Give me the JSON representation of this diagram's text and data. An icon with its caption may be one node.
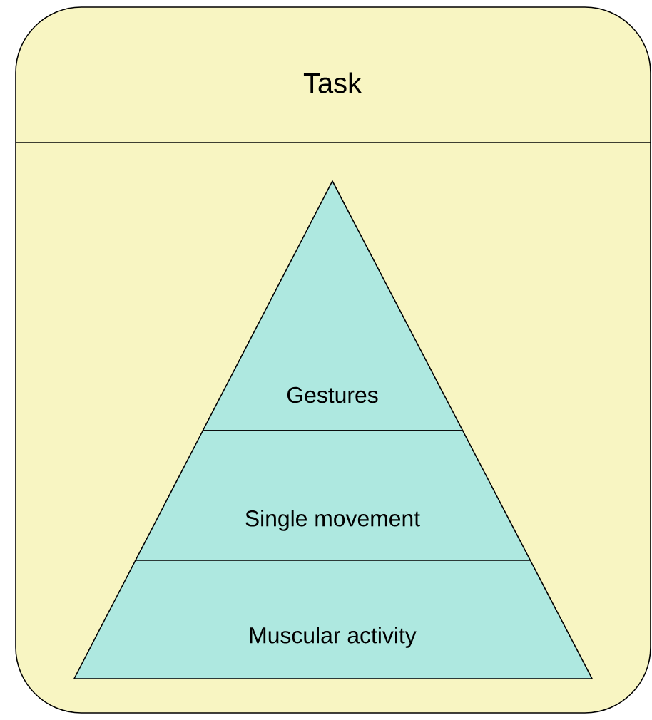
{
  "diagram": {
    "nodes": [
      {
        "text": [
          "Task"
        ]
      },
      {
        "text": [
          "Gestures"
        ],
        "in": 0
      },
      {
        "text": [
          "Single movement"
        ],
        "in": 0
      },
      {
        "text": [
          "Muscular activity"
        ],
        "in": 0
      }
    ]
  }
}
